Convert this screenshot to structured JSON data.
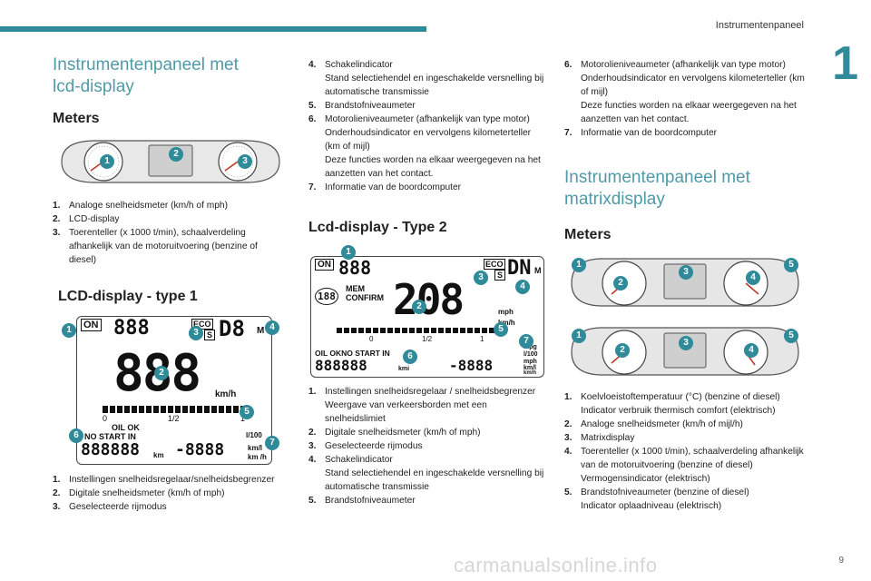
{
  "header": {
    "title": "Instrumentenpaneel",
    "chapter": "1",
    "page": "9"
  },
  "watermark": "carmanualsonline.info",
  "col1": {
    "h1": "Instrumentenpaneel met lcd-display",
    "h2": "Meters",
    "list1": [
      {
        "n": "1.",
        "t": "Analoge snelheidsmeter (km/h of mph)"
      },
      {
        "n": "2.",
        "t": "LCD-display"
      },
      {
        "n": "3.",
        "t": "Toerenteller (x 1000 t/min), schaalverdeling afhankelijk van de motoruitvoering (benzine of diesel)"
      }
    ],
    "h3": "LCD-display - type 1",
    "list2": [
      {
        "n": "1.",
        "t": "Instellingen snelheidsregelaar/snelheidsbegrenzer"
      },
      {
        "n": "2.",
        "t": "Digitale snelheidsmeter (km/h of mph)"
      },
      {
        "n": "3.",
        "t": "Geselecteerde rijmodus"
      }
    ]
  },
  "col2": {
    "list1": [
      {
        "n": "4.",
        "t": "Schakelindicator\nStand selectiehendel en ingeschakelde versnelling bij automatische transmissie"
      },
      {
        "n": "5.",
        "t": "Brandstofniveaumeter"
      },
      {
        "n": "6.",
        "t": "Motorolieniveaumeter (afhankelijk van type motor)\nOnderhoudsindicator en vervolgens kilometerteller (km of mijl)\nDeze functies worden na elkaar weergegeven na het aanzetten van het contact."
      },
      {
        "n": "7.",
        "t": "Informatie van de boordcomputer"
      }
    ],
    "h1": "Lcd-display - Type 2",
    "list2": [
      {
        "n": "1.",
        "t": "Instellingen snelheidsregelaar / snelheidsbegrenzer\nWeergave van verkeersborden met een snelheidslimiet"
      },
      {
        "n": "2.",
        "t": "Digitale snelheidsmeter (km/h of mph)"
      },
      {
        "n": "3.",
        "t": "Geselecteerde rijmodus"
      },
      {
        "n": "4.",
        "t": "Schakelindicator\nStand selectiehendel en ingeschakelde versnelling bij automatische transmissie"
      },
      {
        "n": "5.",
        "t": "Brandstofniveaumeter"
      }
    ]
  },
  "col3": {
    "list1": [
      {
        "n": "6.",
        "t": "Motorolieniveaumeter (afhankelijk van type motor)\nOnderhoudsindicator en vervolgens kilometerteller (km of mijl)\nDeze functies worden na elkaar weergegeven na het aanzetten van het contact."
      },
      {
        "n": "7.",
        "t": "Informatie van de boordcomputer"
      }
    ],
    "h1": "Instrumentenpaneel met matrixdisplay",
    "h2": "Meters",
    "list2": [
      {
        "n": "1.",
        "t": "Koelvloeistoftemperatuur (°C) (benzine of diesel)\nIndicator verbruik thermisch comfort (elektrisch)"
      },
      {
        "n": "2.",
        "t": "Analoge snelheidsmeter (km/h of mijl/h)"
      },
      {
        "n": "3.",
        "t": "Matrixdisplay"
      },
      {
        "n": "4.",
        "t": "Toerenteller (x 1000 t/min), schaalverdeling afhankelijk van de motoruitvoering (benzine of diesel)\nVermogensindicator (elektrisch)"
      },
      {
        "n": "5.",
        "t": "Brandstofniveaumeter (benzine of diesel)\nIndicator oplaadniveau (elektrisch)"
      }
    ]
  },
  "lcd1": {
    "on": "ON",
    "eco": "ECO",
    "s": "S",
    "m": "M",
    "gear": "D8",
    "speed": "888",
    "big": "888",
    "unit": "km/h",
    "half": "1/2",
    "zero": "0",
    "one": "1",
    "oil": "OIL  OK",
    "nostart": "NO START IN",
    "odo": "888888",
    "km": "km",
    "trip": "-8888",
    "l100": "l/100",
    "kml": "km/l",
    "kmh2": "km /h"
  },
  "lcd2": {
    "on": "ON",
    "eco": "ECO",
    "s": "S",
    "m": "M",
    "gear": "DN",
    "speed": "888",
    "round": "188",
    "mem": "MEM",
    "confirm": "CONFIRM",
    "big": "208",
    "mph": "mph",
    "kmh": "km/h",
    "half": "1/2",
    "zero": "0",
    "one": "1",
    "oilline": "OIL OKNO START IN",
    "odo": "888888",
    "kmi": "kmi",
    "trip": "-8888",
    "mpg": "mpg",
    "l100": "l/100",
    "mph2": "mph",
    "kml": "km/l",
    "kmh2": "km/h"
  },
  "badges": [
    "1",
    "2",
    "3",
    "4",
    "5",
    "6",
    "7"
  ],
  "colors": {
    "accent": "#2f8a99",
    "heading": "#4f9aa6"
  }
}
